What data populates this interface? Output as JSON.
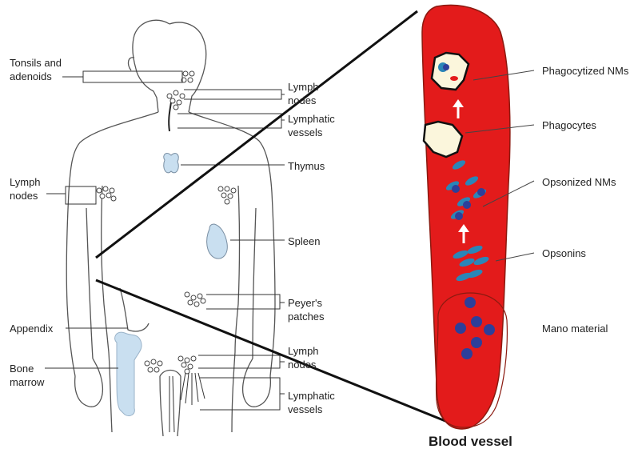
{
  "body_labels": {
    "tonsils": "Tonsils and\nadenoids",
    "lymph_nodes_neck": "Lymph\nnodes",
    "lymphatic_vessels_neck": "Lymphatic\nvessels",
    "thymus": "Thymus",
    "lymph_nodes_arm": "Lymph\nnodes",
    "spleen": "Spleen",
    "peyers_patches": "Peyer's\npatches",
    "appendix": "Appendix",
    "bone_marrow": "Bone\nmarrow",
    "lymph_nodes_groin": "Lymph\nnodes",
    "lymphatic_vessels_leg": "Lymphatic\nvessels"
  },
  "vessel_labels": {
    "phagocytized": "Phagocytized NMs",
    "phagocytes": "Phagocytes",
    "opsonized": "Opsonized NMs",
    "opsonins": "Opsonins",
    "nano_material": "Mano material"
  },
  "vessel_title": "Blood vessel",
  "colors": {
    "vessel_red": "#e31b1b",
    "vessel_outline": "#8b1a10",
    "particle_blue": "#2d3f9a",
    "opsonin_teal": "#2a86b8",
    "cell_fill": "#fbf6dc",
    "bone_blue": "#c9dff0"
  }
}
